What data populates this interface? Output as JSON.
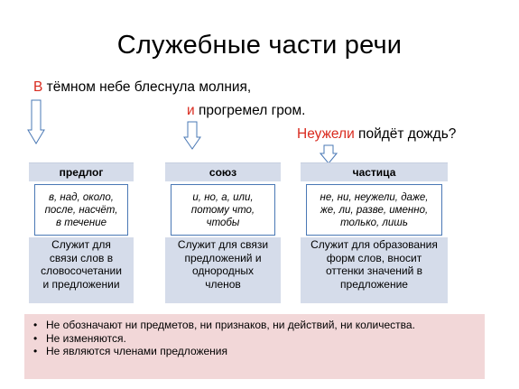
{
  "title": "Служебные части речи",
  "sentences": [
    {
      "highlight": "В",
      "rest": " тёмном небе блеснула молния,"
    },
    {
      "highlight": "и",
      "rest": " прогремел гром."
    },
    {
      "highlight": "Неужели",
      "rest": " пойдёт дождь?"
    }
  ],
  "columns": [
    {
      "header": "предлог",
      "examples": "в, над, около,\nпосле, насчёт,\nв течение",
      "description": "Служит для\nсвязи слов в\nсловосочетании\nи предложении"
    },
    {
      "header": "союз",
      "examples": "и, но, а, или,\nпотому что,\nчтобы",
      "description": "Служит для связи\nпредложений и\nоднородных\nчленов"
    },
    {
      "header": "частица",
      "examples": "не, ни, неужели, даже,\nже, ли, разве, именно,\nтолько, лишь",
      "description": "Служит для образования\nформ слов, вносит\nоттенки значений в\nпредложение"
    }
  ],
  "notes": [
    "Не обозначают ни предметов, ни признаков, ни действий, ни количества.",
    "Не изменяются.",
    "Не являются членами предложения"
  ],
  "colors": {
    "highlight": "#d92a1e",
    "panel": "#d5dcea",
    "example_border": "#4a78b5",
    "note_bg": "#f2d7d8"
  }
}
